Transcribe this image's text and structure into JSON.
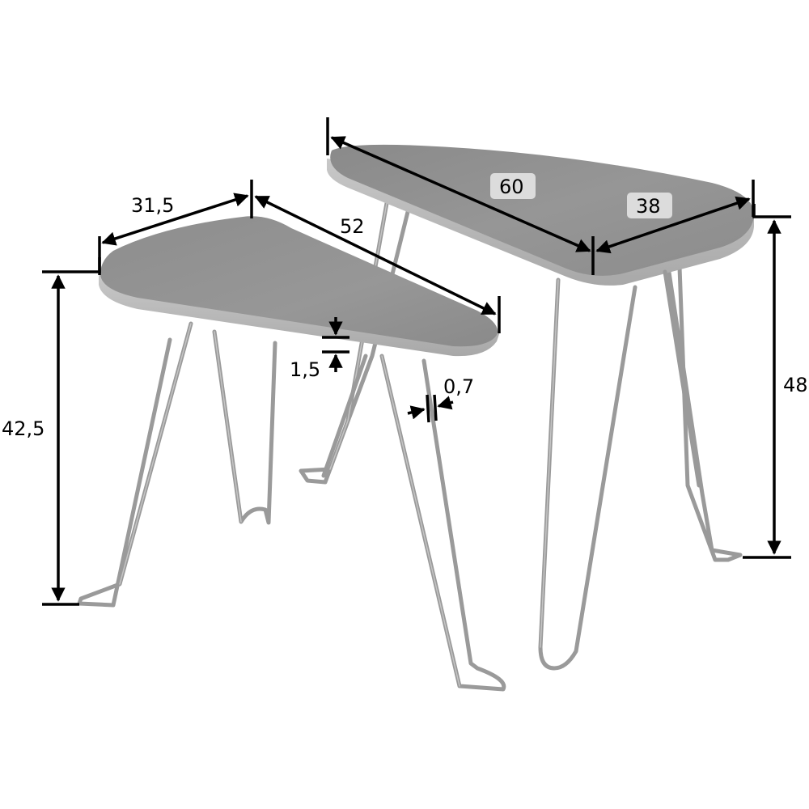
{
  "diagram": {
    "type": "product-dimension-drawing",
    "subject": "Set of two triangular side tables with hairpin legs",
    "unit_implied": "cm",
    "colors": {
      "background": "#ffffff",
      "tabletop": "#8f8f8f",
      "tabletop_edge": "#b5b5b5",
      "legs": "#9a9a9a",
      "dimension_lines": "#000000",
      "label_box": "#dcdcdc"
    }
  },
  "small_table": {
    "dimensions": {
      "top_short_side": "31,5",
      "top_long_side": "52",
      "height": "42,5",
      "top_thickness": "1,5",
      "leg_diameter": "0,7"
    }
  },
  "large_table": {
    "dimensions": {
      "top_long_side": "60",
      "top_short_side": "38",
      "height": "48"
    }
  }
}
